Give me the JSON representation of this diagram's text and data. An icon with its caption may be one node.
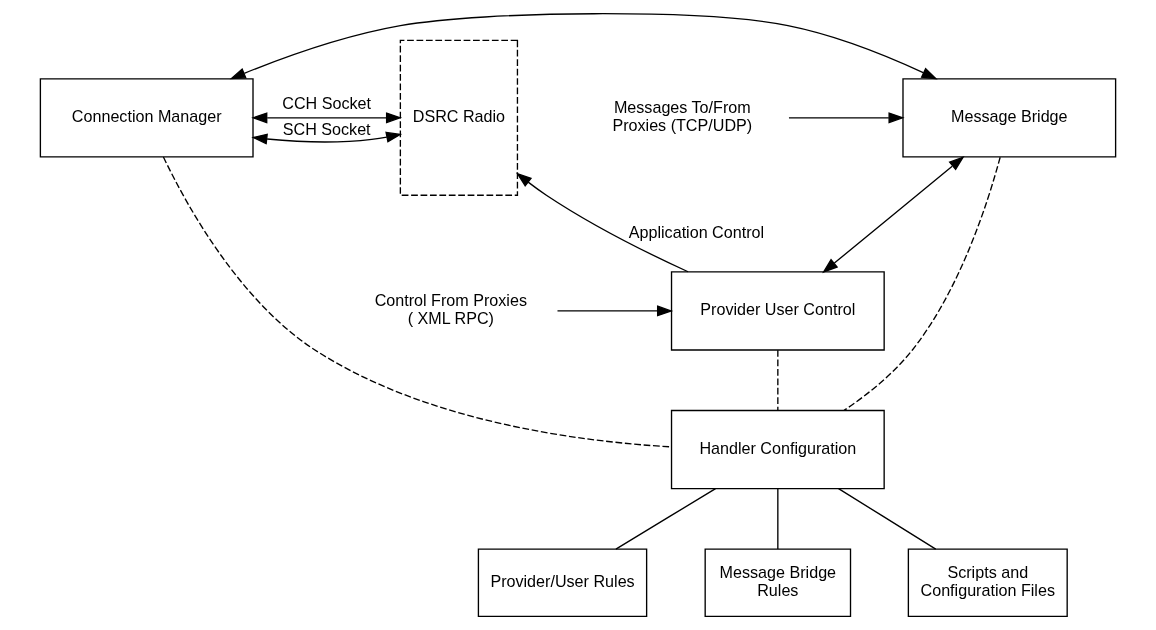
{
  "diagram": {
    "nodes": [
      {
        "text": [
          "DSRC Radio"
        ]
      },
      {
        "text": [
          "Connection Manager"
        ]
      },
      {
        "text": [
          "Message Bridge"
        ]
      },
      {
        "text": [
          "Provider User Control"
        ]
      },
      {
        "text": [
          "Handler Configuration"
        ]
      },
      {
        "text": [
          "Provider/User Rules"
        ]
      },
      {
        "text": [
          "Message Bridge Rules"
        ]
      },
      {
        "text": [
          "Scripts and Configuration Files"
        ]
      },
      {
        "text": [
          "Messages To/From Proxies (TCP/UDP)"
        ]
      },
      {
        "text": [
          "Control From Proxies ( XML RPC)"
        ]
      }
    ],
    "edges": [
      {
        "from": 1,
        "to": 0,
        "arrow": "both",
        "label": "CCH Socket"
      },
      {
        "from": 1,
        "to": 0,
        "arrow": "both",
        "label": "SCH Socket"
      },
      {
        "from": 1,
        "to": 2,
        "arrow": "both"
      },
      {
        "from": 2,
        "to": 3,
        "arrow": "both"
      },
      {
        "from": 3,
        "to": 0,
        "arrow": "to",
        "label": "Application Control"
      },
      {
        "from": 8,
        "to": 2,
        "arrow": "to"
      },
      {
        "from": 9,
        "to": 3,
        "arrow": "to"
      },
      {
        "from": 1,
        "to": 4,
        "arrow": "none",
        "style": "dashed"
      },
      {
        "from": 2,
        "to": 4,
        "arrow": "none",
        "style": "dashed"
      },
      {
        "from": 3,
        "to": 4,
        "arrow": "none",
        "style": "dashed"
      },
      {
        "from": 4,
        "to": 5,
        "arrow": "none"
      },
      {
        "from": 4,
        "to": 6,
        "arrow": "none"
      },
      {
        "from": 4,
        "to": 7,
        "arrow": "none"
      }
    ]
  }
}
